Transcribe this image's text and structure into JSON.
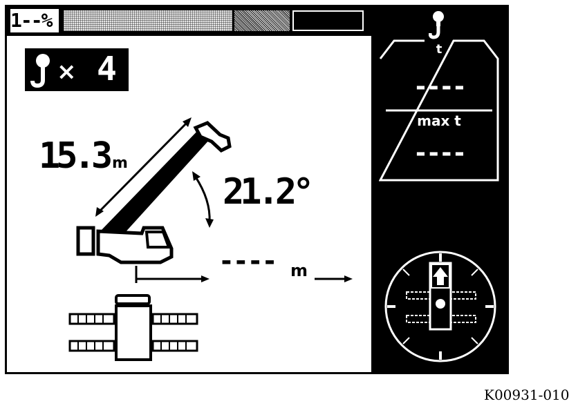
{
  "header": {
    "load_percent_label": "1--%",
    "load_bar_segments": [
      "light",
      "dark",
      "empty"
    ]
  },
  "hook_multiplier": {
    "icon": "hook-icon",
    "symbol": "×",
    "count": "4"
  },
  "boom": {
    "length_value": "15.3",
    "length_unit": "m",
    "angle_value": "21.2°"
  },
  "radius": {
    "value": "----",
    "unit": "m"
  },
  "load": {
    "icon": "hook-icon",
    "actual_unit": "t",
    "actual_value": "----",
    "max_label": "max t",
    "max_value": "----"
  },
  "slew": {
    "indicator": "compass-with-crawler-icon",
    "direction_icon": "up-arrow-icon"
  },
  "figure_code": "K00931-010",
  "colors": {
    "foreground": "#000000",
    "background": "#ffffff"
  }
}
